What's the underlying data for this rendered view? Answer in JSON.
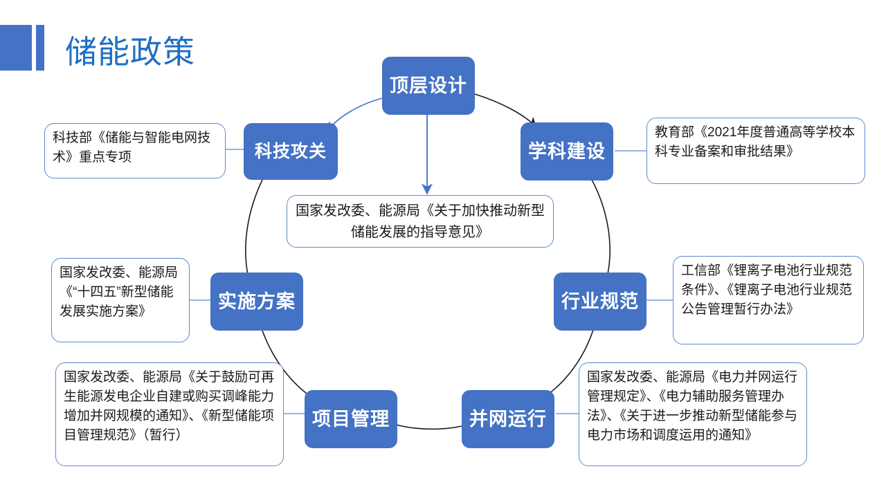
{
  "page": {
    "title": "储能政策",
    "accent_color": "#4472C4",
    "title_color": "#1F6FC4",
    "callout_border_color": "#5B8BD0",
    "background": "#ffffff"
  },
  "diagram": {
    "type": "cycle",
    "center_note": "国家发改委、能源局《关于加快推动新型储能发展的指导意见》",
    "nodes": [
      {
        "id": "top-level-design",
        "label": "顶层设计"
      },
      {
        "id": "discipline-building",
        "label": "学科建设"
      },
      {
        "id": "industry-standards",
        "label": "行业规范"
      },
      {
        "id": "grid-operation",
        "label": "并网运行"
      },
      {
        "id": "project-management",
        "label": "项目管理"
      },
      {
        "id": "implementation-plan",
        "label": "实施方案"
      },
      {
        "id": "technology-research",
        "label": "科技攻关"
      }
    ],
    "callouts": [
      {
        "id": "technology-research-note",
        "text": "科技部《储能与智能电网技术》重点专项"
      },
      {
        "id": "discipline-building-note",
        "text": "教育部《2021年度普通高等学校本科专业备案和审批结果》"
      },
      {
        "id": "implementation-plan-note",
        "text": "国家发改委、能源局《“十四五”新型储能发展实施方案》"
      },
      {
        "id": "industry-standards-note",
        "text": "工信部《锂离子电池行业规范条件》、《锂离子电池行业规范公告管理暂行办法》"
      },
      {
        "id": "project-management-note",
        "text": "国家发改委、能源局《关于鼓励可再生能源发电企业自建或购买调峰能力增加并网规模的通知》、《新型储能项目管理规范》（暂行）"
      },
      {
        "id": "grid-operation-note",
        "text": "国家发改委、能源局《电力并网运行管理规定》、《电力辅助服务管理办法》、《关于进一步推动新型储能参与电力市场和调度运用的通知》"
      }
    ]
  }
}
